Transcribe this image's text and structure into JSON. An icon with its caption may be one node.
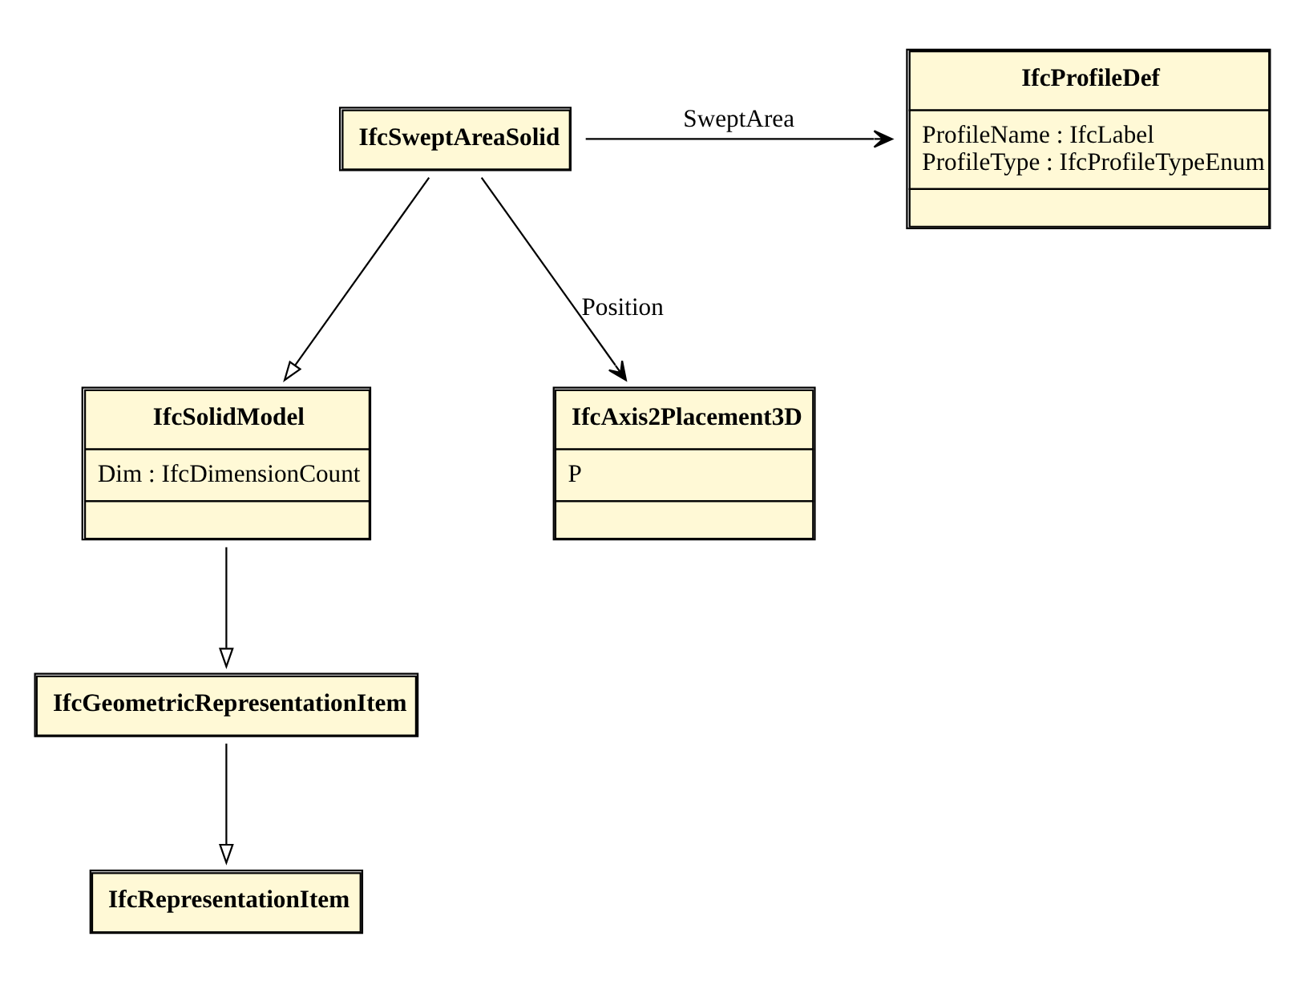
{
  "diagram": {
    "nodes": [
      {
        "text": [
          "IfcSweptAreaSolid"
        ]
      },
      {
        "text": [
          "IfcProfileDef",
          "ProfileName : IfcLabel",
          "ProfileType : IfcProfileTypeEnum"
        ]
      },
      {
        "text": [
          "IfcSolidModel",
          "Dim : IfcDimensionCount"
        ]
      },
      {
        "text": [
          "IfcAxis2Placement3D",
          "P"
        ]
      },
      {
        "text": [
          "IfcGeometricRepresentationItem"
        ]
      },
      {
        "text": [
          "IfcRepresentationItem"
        ]
      }
    ],
    "edges": [
      {
        "from": 0,
        "to": 1,
        "arrow": "to",
        "label": "SweptArea"
      },
      {
        "from": 0,
        "to": 3,
        "arrow": "to",
        "label": "Position"
      },
      {
        "from": 0,
        "to": 2,
        "arrow": "to"
      },
      {
        "from": 2,
        "to": 4,
        "arrow": "to"
      },
      {
        "from": 4,
        "to": 5,
        "arrow": "to"
      }
    ]
  }
}
